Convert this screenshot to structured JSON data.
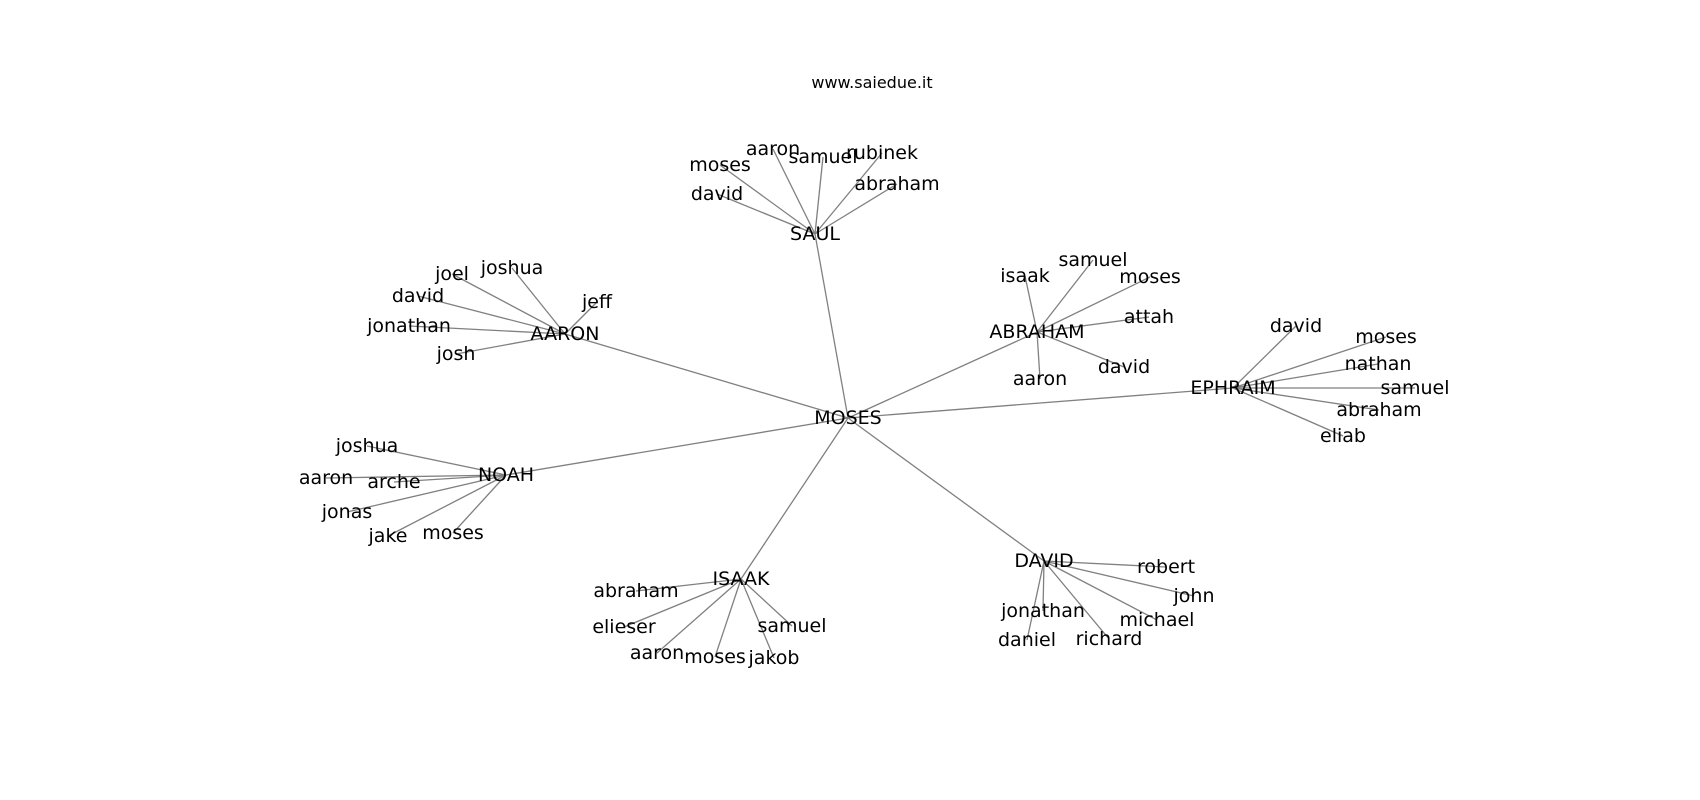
{
  "caption": "www.saiedue.it",
  "graph": {
    "center": "MOSES",
    "groups": [
      {
        "hub": "SAUL",
        "children": [
          "moses",
          "aaron",
          "samuel",
          "rubinek",
          "david",
          "abraham"
        ]
      },
      {
        "hub": "AARON",
        "children": [
          "joel",
          "joshua",
          "jeff",
          "david",
          "jonathan",
          "josh"
        ]
      },
      {
        "hub": "ABRAHAM",
        "children": [
          "isaak",
          "samuel",
          "moses",
          "attah",
          "aaron",
          "david"
        ]
      },
      {
        "hub": "EPHRAIM",
        "children": [
          "david",
          "moses",
          "nathan",
          "samuel",
          "abraham",
          "eliab"
        ]
      },
      {
        "hub": "NOAH",
        "children": [
          "joshua",
          "aaron",
          "arche",
          "jonas",
          "jake",
          "moses"
        ]
      },
      {
        "hub": "ISAAK",
        "children": [
          "abraham",
          "elieser",
          "aaron",
          "moses",
          "jakob",
          "samuel"
        ]
      },
      {
        "hub": "DAVID",
        "children": [
          "robert",
          "john",
          "michael",
          "richard",
          "jonathan",
          "daniel"
        ]
      }
    ]
  }
}
